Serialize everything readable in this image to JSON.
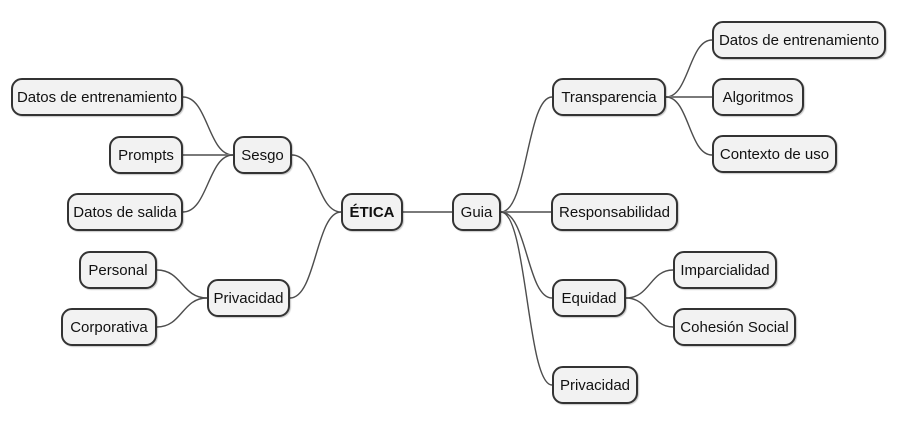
{
  "colors": {
    "background": "#ffffff",
    "node_fill": "#f2f2f2",
    "node_border": "#333333",
    "edge": "#4d4d4d",
    "text": "#111111"
  },
  "mindmap": {
    "root": {
      "label": "ÉTICA"
    },
    "branches_left": [
      {
        "label": "Sesgo",
        "children": [
          {
            "label": "Datos de entrenamiento"
          },
          {
            "label": "Prompts"
          },
          {
            "label": "Datos de salida"
          }
        ]
      },
      {
        "label": "Privacidad",
        "children": [
          {
            "label": "Personal"
          },
          {
            "label": "Corporativa"
          }
        ]
      }
    ],
    "branches_right": [
      {
        "label": "Guia",
        "children": [
          {
            "label": "Transparencia",
            "children": [
              {
                "label": "Datos de entrenamiento"
              },
              {
                "label": "Algoritmos"
              },
              {
                "label": "Contexto de uso"
              }
            ]
          },
          {
            "label": "Responsabilidad"
          },
          {
            "label": "Equidad",
            "children": [
              {
                "label": "Imparcialidad"
              },
              {
                "label": "Cohesión Social"
              }
            ]
          },
          {
            "label": "Privacidad"
          }
        ]
      }
    ]
  }
}
